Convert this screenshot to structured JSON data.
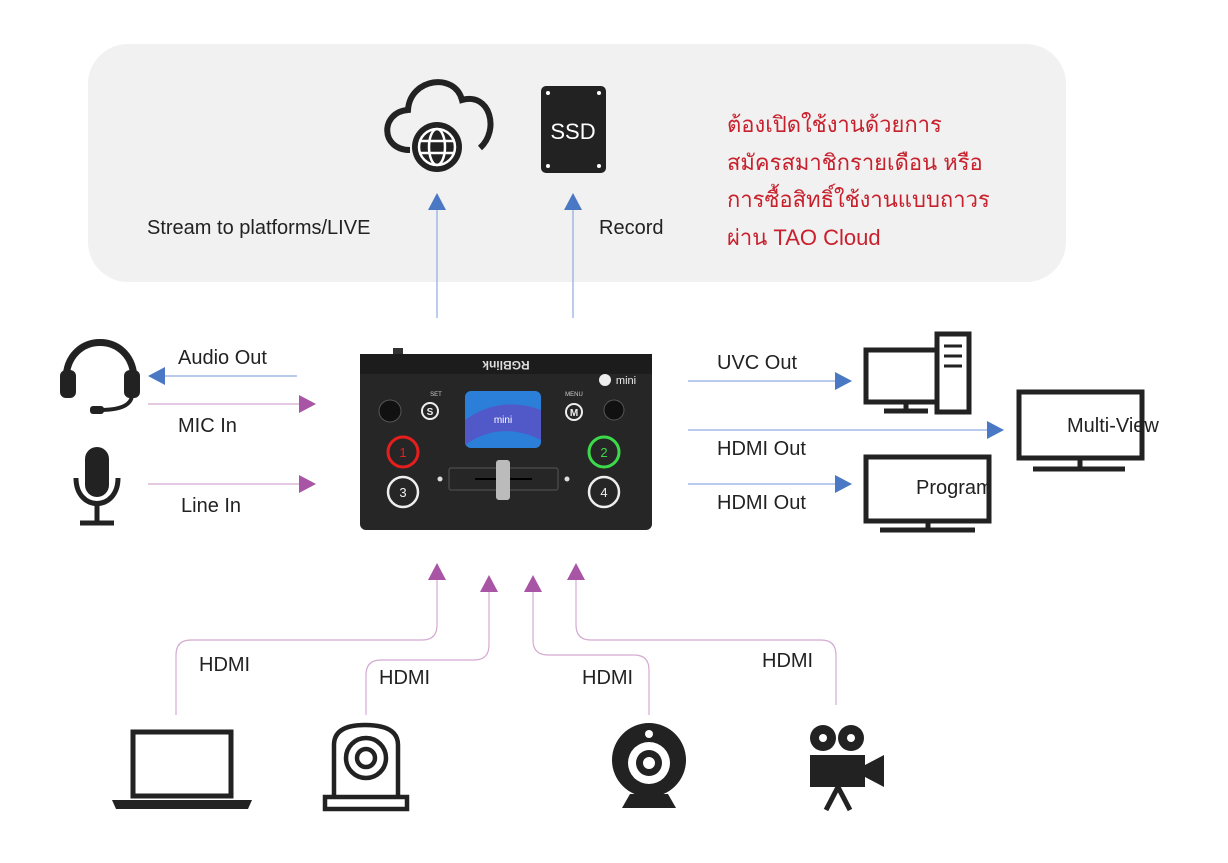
{
  "cloud_panel": {
    "stream_label": "Stream to platforms/LIVE",
    "record_label": "Record",
    "ssd_label": "SSD",
    "note_lines": [
      "ต้องเปิดใช้งานด้วยการ",
      "สมัครสมาชิกรายเดือน หรือ",
      "การซื้อสิทธิ์ใช้งานแบบถาวร",
      "ผ่าน TAO Cloud"
    ]
  },
  "device": {
    "brand": "RGBlink",
    "model": "mini",
    "buttons": [
      "1",
      "2",
      "3",
      "4"
    ],
    "set_label": "SET",
    "menu_label": "MENU",
    "s_button": "S",
    "m_button": "M"
  },
  "left": {
    "audio_out": "Audio Out",
    "mic_in": "MIC In",
    "line_in": "Line In"
  },
  "right": {
    "uvc_out": "UVC Out",
    "hdmi_out_1": "HDMI Out",
    "hdmi_out_2": "HDMI Out",
    "multiview": "Multi-View",
    "program": "Program"
  },
  "inputs": [
    "HDMI",
    "HDMI",
    "HDMI",
    "HDMI"
  ],
  "colors": {
    "output_arrow": "#4a78c4",
    "input_arrow": "#a855a6",
    "note_text": "#c8202c"
  }
}
